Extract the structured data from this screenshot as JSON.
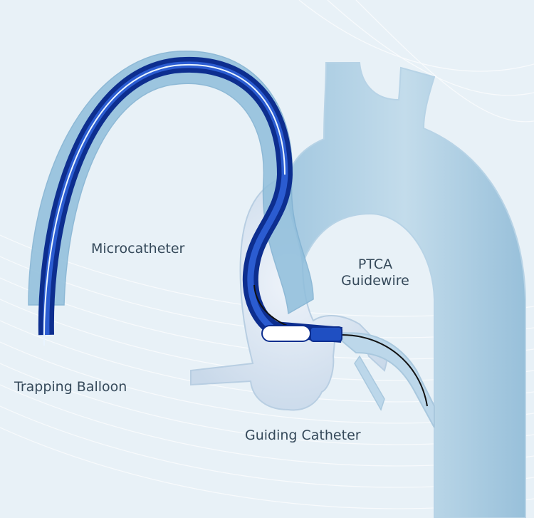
{
  "labels": {
    "microcatheter": "Microcatheter",
    "ptca_line1": "PTCA",
    "ptca_line2": "Guidewire",
    "trapping_balloon": "Trapping Balloon",
    "guiding_catheter": "Guiding Catheter"
  },
  "colors": {
    "background": "#e8f1f7",
    "vessel_outer": "#a9cde3",
    "vessel_inner": "#d9e8f3",
    "catheter_dark": "#0d2e8f",
    "catheter_mid": "#1f4fc2",
    "guidewire": "#111111",
    "balloon": "#ffffff",
    "label_text": "#35495a"
  }
}
